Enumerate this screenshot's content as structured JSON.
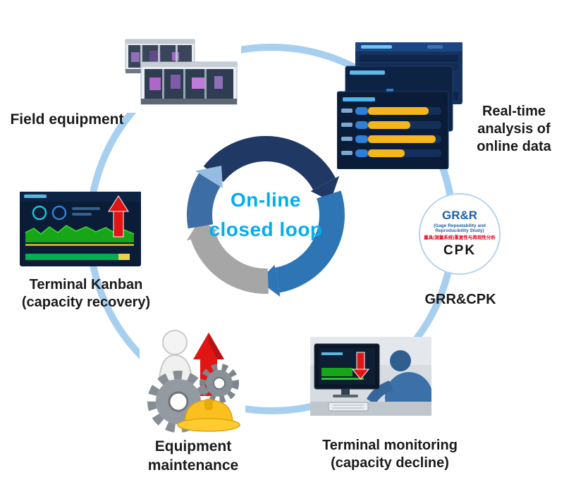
{
  "title": "On-line closed loop diagram",
  "center": {
    "line1": "On-line",
    "line2": "closed loop"
  },
  "nodes": {
    "field_equipment": {
      "label": "Field equipment"
    },
    "realtime_analysis": {
      "line1": "Real-time",
      "line2": "analysis of",
      "line3": "online data"
    },
    "grr_cpk": {
      "label": "GRR&CPK"
    },
    "terminal_monitoring": {
      "line1": "Terminal monitoring",
      "line2": "(capacity decline)"
    },
    "equipment_maintenance": {
      "line1": "Equipment",
      "line2": "maintenance"
    },
    "terminal_kanban": {
      "line1": "Terminal Kanban",
      "line2": "(capacity recovery)"
    }
  },
  "grr_badge": {
    "title": "GR&R",
    "subtitle1": "(Gage Repeatability and",
    "subtitle2": "Reproducibility Study)",
    "chinese": "量具(测量系统)重复性与再现性分析",
    "cpk": "CPK"
  },
  "colors": {
    "accent_cyan": "#00AEEF",
    "outer_ring_blue": "#A7CFEF",
    "segment_navy": "#1F3864",
    "segment_blue": "#2E75B6",
    "segment_gray": "#A6A6A6",
    "segment_left_blue": "#3C6EA5",
    "arrow_light_blue": "#95BDE2",
    "alert_red": "#E01616",
    "bar_yellow": "#F5B51C",
    "hat_yellow": "#F9C020",
    "chart_green": "#17A617"
  }
}
